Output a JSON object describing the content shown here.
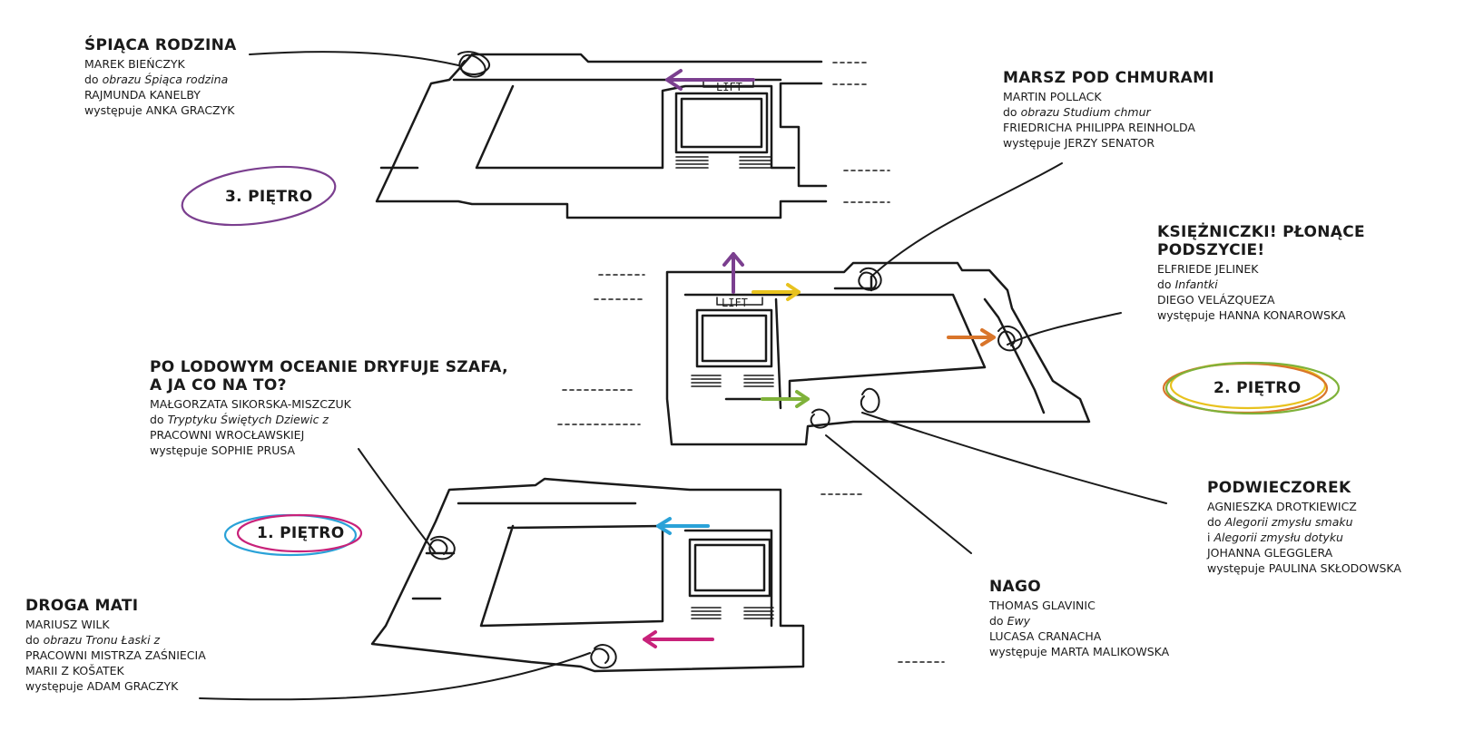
{
  "colors": {
    "floor3": "#7b3f8f",
    "floor2_yellow": "#e8c21e",
    "floor2_orange": "#d9752a",
    "floor2_green": "#7fb23a",
    "floor1_blue": "#2aa2d8",
    "floor1_pink": "#c8227a",
    "ink": "#1a1a1a"
  },
  "floors": {
    "f3": "3. PIĘTRO",
    "f2": "2. PIĘTRO",
    "f1": "1. PIĘTRO"
  },
  "lift": "LIFT",
  "labels": {
    "spiaca": {
      "title": "ŚPIĄCA RODZINA",
      "l1": "MAREK BIEŃCZYK",
      "l2a": "do ",
      "l2b": "obrazu Śpiąca rodzina",
      "l3": "RAJMUNDA KANELBY",
      "l4": "występuje ANKA GRACZYK"
    },
    "marsz": {
      "title": "MARSZ POD CHMURAMI",
      "l1": "MARTIN POLLACK",
      "l2a": "do ",
      "l2b": "obrazu Studium chmur",
      "l3": "FRIEDRICHA PHILIPPA REINHOLDA",
      "l4": "występuje JERZY SENATOR"
    },
    "ksiezniczki": {
      "title": "KSIĘŻNICZKI! PŁONĄCE PODSZYCIE!",
      "l1": "ELFRIEDE JELINEK",
      "l2a": "do ",
      "l2b": "Infantki",
      "l3": "DIEGO VELÁZQUEZA",
      "l4": "występuje HANNA KONAROWSKA"
    },
    "lodowy": {
      "title1": "PO LODOWYM OCEANIE DRYFUJE SZAFA,",
      "title2": "A JA CO NA TO?",
      "l1": "MAŁGORZATA SIKORSKA-MISZCZUK",
      "l2a": "do ",
      "l2b": "Tryptyku Świętych Dziewic z",
      "l3": "PRACOWNI WROCŁAWSKIEJ",
      "l4": "występuje SOPHIE PRUSA"
    },
    "podwieczorek": {
      "title": "PODWIECZOREK",
      "l1": "AGNIESZKA DROTKIEWICZ",
      "l2a": "do ",
      "l2b": "Alegorii zmysłu smaku",
      "l3a": "i ",
      "l3b": "Alegorii zmysłu dotyku",
      "l4": "JOHANNA GLEGGLERA",
      "l5": "występuje PAULINA SKŁODOWSKA"
    },
    "nago": {
      "title": "NAGO",
      "l1": "THOMAS GLAVINIC",
      "l2a": "do ",
      "l2b": "Ewy",
      "l3": "LUCASA CRANACHA",
      "l4": "występuje MARTA MALIKOWSKA"
    },
    "droga": {
      "title": "DROGA MATI",
      "l1": "MARIUSZ WILK",
      "l2a": "do ",
      "l2b": "obrazu Tronu Łaski z",
      "l3": "PRACOWNI MISTRZA ZAŚNIECIA",
      "l4": "MARII Z KOŠATEK",
      "l5": "występuje ADAM GRACZYK"
    }
  }
}
